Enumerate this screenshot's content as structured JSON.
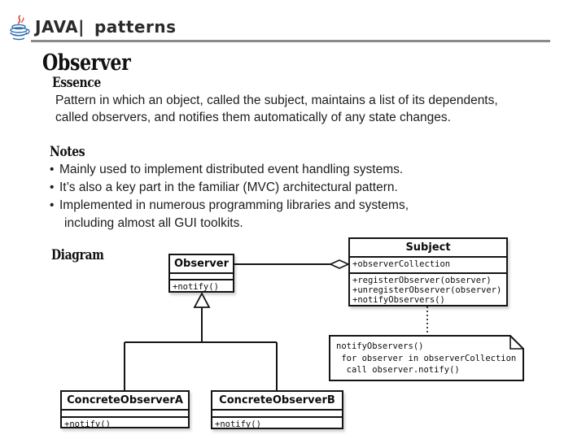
{
  "header": {
    "logo_icon": "java-coffee-cup-icon",
    "brand": "JAVA|",
    "brand_secondary": "patterns"
  },
  "slide": {
    "title": "Observer",
    "essence": {
      "heading": "Essence",
      "lines": [
        "Pattern in which an object, called the subject, maintains a list of its dependents,",
        "called observers, and notifies them automatically of any state changes."
      ]
    },
    "notes": {
      "heading": "Notes",
      "items": [
        {
          "bullet": "•",
          "text": "Mainly used to implement distributed event handling systems."
        },
        {
          "bullet": "•",
          "text": "It’s also a key part in the familiar (MVC) architectural pattern."
        },
        {
          "bullet": "•",
          "text": "Implemented in numerous programming libraries and systems,"
        },
        {
          "bullet": "",
          "text": "including almost all GUI toolkits."
        }
      ]
    },
    "diagram_heading": "Diagram"
  },
  "diagram": {
    "type": "uml-class-diagram",
    "classes": [
      {
        "id": "observer",
        "name": "Observer",
        "methods": [
          "+notify()"
        ]
      },
      {
        "id": "subject",
        "name": "Subject",
        "attributes": [
          "+observerCollection"
        ],
        "methods": [
          "+registerObserver(observer)",
          "+unregisterObserver(observer)",
          "+notifyObservers()"
        ]
      },
      {
        "id": "concrete-observer-a",
        "name": "ConcreteObserverA",
        "methods": [
          "+notify()"
        ]
      },
      {
        "id": "concrete-observer-b",
        "name": "ConcreteObserverB",
        "methods": [
          "+notify()"
        ]
      }
    ],
    "note": {
      "lines": [
        "notifyObservers()",
        " for observer in observerCollection",
        "  call observer.notify()"
      ]
    },
    "relations": [
      {
        "type": "aggregation",
        "from": "Observer",
        "to": "Subject"
      },
      {
        "type": "inheritance",
        "from": "ConcreteObserverA",
        "to": "Observer"
      },
      {
        "type": "inheritance",
        "from": "ConcreteObserverB",
        "to": "Observer"
      },
      {
        "type": "note-attachment",
        "from": "Subject",
        "to": "note",
        "style": "dotted"
      }
    ]
  },
  "colors": {
    "text": "#1c1c1c",
    "rule": "#8a8a8a",
    "diagram_line": "#141414",
    "logo_red": "#e03c31",
    "logo_blue": "#2a6bb0"
  }
}
